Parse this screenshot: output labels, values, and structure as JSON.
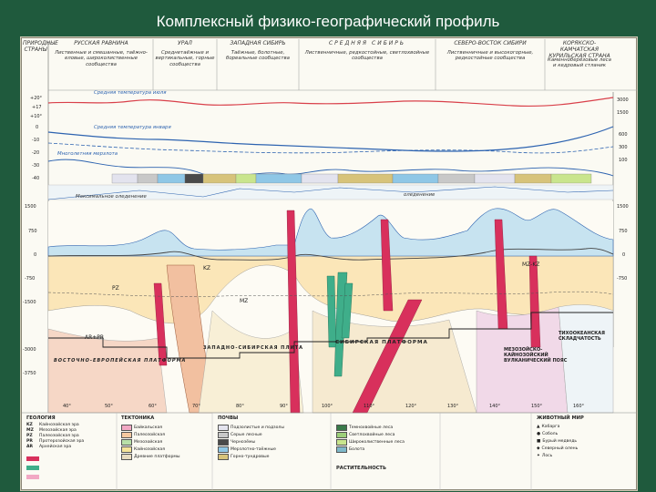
{
  "slide": {
    "title": "Комплексный физико-географический профиль",
    "background": "#1f5a3d"
  },
  "profile": {
    "regions": [
      {
        "name": "РУССКАЯ РАВНИНА",
        "desc": "Лиственные и смешанные, таёжно-еловые, широколиственные сообщества"
      },
      {
        "name": "УРАЛ",
        "desc": "Среднетаёжные и вертикальные, горные сообщества"
      },
      {
        "name": "ЗАПАДНАЯ СИБИРЬ",
        "desc": "Таёжные, болотные, бореальные сообщества"
      },
      {
        "name": "СРЕДНЯЯ СИБИРЬ",
        "desc": "Лиственничные, редкостойные, светлохвойные сообщества"
      },
      {
        "name": "СЕВЕРО-ВОСТОК СИБИРИ",
        "desc": "Лиственничные и высокогорные, редкостойные сообщества"
      },
      {
        "name": "КОРЯКСКО-КАМЧАТСКАЯ КУРИЛЬСКАЯ СТРАНА",
        "desc": "Каменноберёзовые леса и кедровый стланик"
      }
    ],
    "left_header": "ПРИРОДНЫЕ СТРАНЫ",
    "curve_labels": {
      "july": "Средняя температура июля",
      "january": "Средняя температура января",
      "permafrost": "Многолетняя мерзлота",
      "glaciation_max": "Максимальное оледенение",
      "glaciation": "оледенение"
    },
    "zones": {
      "siberian_platform": "СИБИРСКАЯ ПЛАТФОРМА",
      "west_siberian_plate": "ЗАПАДНО-СИБИРСКАЯ ПЛИТА",
      "east_european_platform": "ВОСТОЧНО-ЕВРОПЕЙСКАЯ ПЛАТФОРМА",
      "mesozoic_area": "МЕЗОЗОЙСКО-КАЙНОЗОЙСКИЙ ВУЛКАНИЧЕСКИЙ ПОЯС",
      "pacific_fold": "ТИХООКЕАНСКАЯ СКЛАДЧАТОСТЬ"
    },
    "strata_codes": [
      "KZ",
      "MZ",
      "PZ",
      "AR+PR",
      "MZ-KZ"
    ],
    "left_axis": [
      "1500",
      "750",
      "0",
      "-750",
      "-1500",
      "-3000",
      "-3750"
    ],
    "right_axis": [
      "1500",
      "750",
      "0",
      "-750"
    ],
    "temp_axis": [
      "+20°",
      "+17",
      "+10°",
      "0",
      "-10",
      "-20",
      "-30",
      "-40"
    ],
    "right_top_axis": [
      "3000",
      "1500",
      "600",
      "300",
      "100"
    ],
    "longitudes": [
      "40°",
      "50°",
      "60°",
      "70°",
      "80°",
      "90°",
      "100°",
      "110°",
      "120°",
      "130°",
      "140°",
      "150°",
      "160°"
    ],
    "legend": {
      "geology": {
        "title": "ГЕОЛОГИЯ",
        "items": [
          {
            "code": "KZ",
            "label": "Кайнозойская эра"
          },
          {
            "code": "MZ",
            "label": "Мезозойская эра"
          },
          {
            "code": "PZ",
            "label": "Палеозойская эра"
          },
          {
            "code": "PR",
            "label": "Протерозойская эра"
          },
          {
            "code": "AR",
            "label": "Архейская эра"
          }
        ]
      },
      "tectonics": {
        "title": "ТЕКТОНИКА",
        "items": [
          {
            "label": "Байкальская",
            "color": "#f2a8c4"
          },
          {
            "label": "Палеозойская",
            "color": "#f6c8a0"
          },
          {
            "label": "Мезозойская",
            "color": "#b8e0a8"
          },
          {
            "label": "Кайнозойская",
            "color": "#f5e49a"
          },
          {
            "label": "Древние платформы",
            "color": "#e8dcc0"
          }
        ]
      },
      "soils": {
        "title": "ПОЧВЫ",
        "items": [
          {
            "label": "Подзолистые и подзолы",
            "color": "#e3e3ee"
          },
          {
            "label": "Серые лесные",
            "color": "#c8c8c8"
          },
          {
            "label": "Чернозёмы",
            "color": "#4a4a4a"
          },
          {
            "label": "Мерзлотно-таёжные",
            "color": "#8fc7e6"
          },
          {
            "label": "Горно-тундровые",
            "color": "#d7c37a"
          }
        ]
      },
      "vegetation": {
        "title": "РАСТИТЕЛЬНОСТЬ",
        "items": [
          {
            "label": "Темнохвойные леса",
            "color": "#3a7a4a"
          },
          {
            "label": "Светлохвойные леса",
            "color": "#9ccf7a"
          },
          {
            "label": "Широколиственные леса",
            "color": "#c9e58d"
          },
          {
            "label": "Болота",
            "color": "#7fb8c9"
          }
        ]
      },
      "animals": {
        "title": "ЖИВОТНЫЙ МИР",
        "items": [
          {
            "label": "Кабарга"
          },
          {
            "label": "Соболь"
          },
          {
            "label": "Бурый медведь"
          },
          {
            "label": "Северный олень"
          },
          {
            "label": "Лось"
          }
        ]
      }
    },
    "colors": {
      "july_curve": "#d9404a",
      "january_curve": "#2d63b0",
      "permafrost_curve": "#2d63b0",
      "surface_line": "#444444",
      "lowland_fill": "#fbe6b8",
      "mountain_fill": "#c7e3f0",
      "ural": "#f2c0a0",
      "red_intrusion": "#d8305c",
      "green_intrusion": "#3fae8a"
    }
  }
}
